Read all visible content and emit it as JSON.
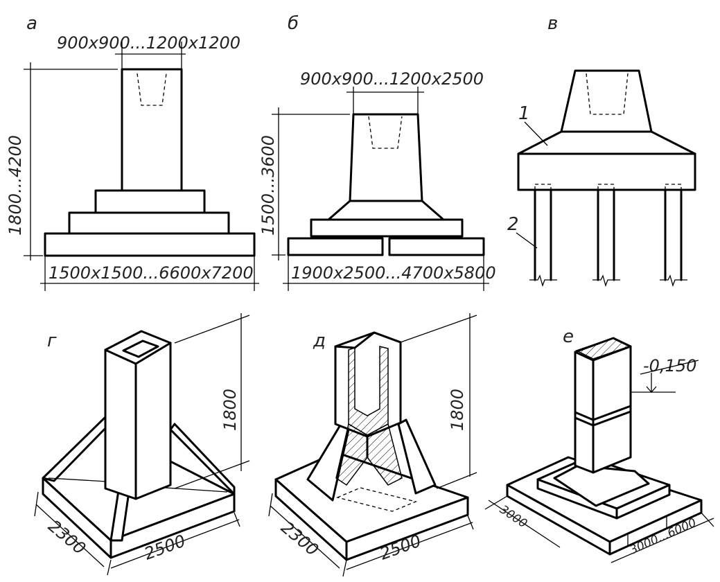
{
  "panels": {
    "a": {
      "letter": "а",
      "top_dim": "900x900...1200x1200",
      "height_dim": "1800...4200",
      "base_dim": "1500x1500...6600x7200"
    },
    "b": {
      "letter": "б",
      "top_dim": "900x900...1200x2500",
      "height_dim": "1500...3600",
      "base_dim": "1900x2500...4700x5800"
    },
    "v": {
      "letter": "в",
      "callout_1": "1",
      "callout_2": "2"
    },
    "g": {
      "letter": "г",
      "height_dim": "1800",
      "left_dim": "2300",
      "right_dim": "2500"
    },
    "d": {
      "letter": "д",
      "height_dim": "1800",
      "left_dim": "2300",
      "right_dim": "2500"
    },
    "e": {
      "letter": "е",
      "level": "-0,150",
      "left_dim": "3000",
      "right_dim": "3000...6000"
    }
  }
}
